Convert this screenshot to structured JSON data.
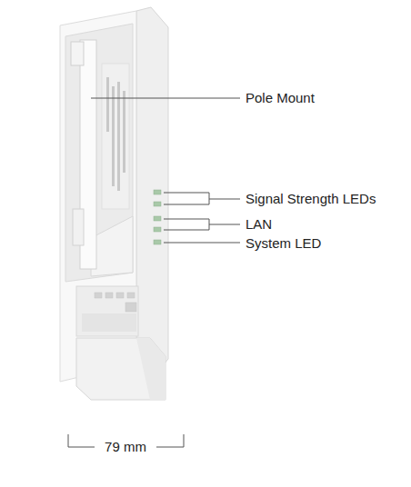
{
  "diagram": {
    "labels": [
      "Pole Mount",
      "Signal Strength LEDs",
      "LAN",
      "System LED",
      "79 mm"
    ]
  }
}
